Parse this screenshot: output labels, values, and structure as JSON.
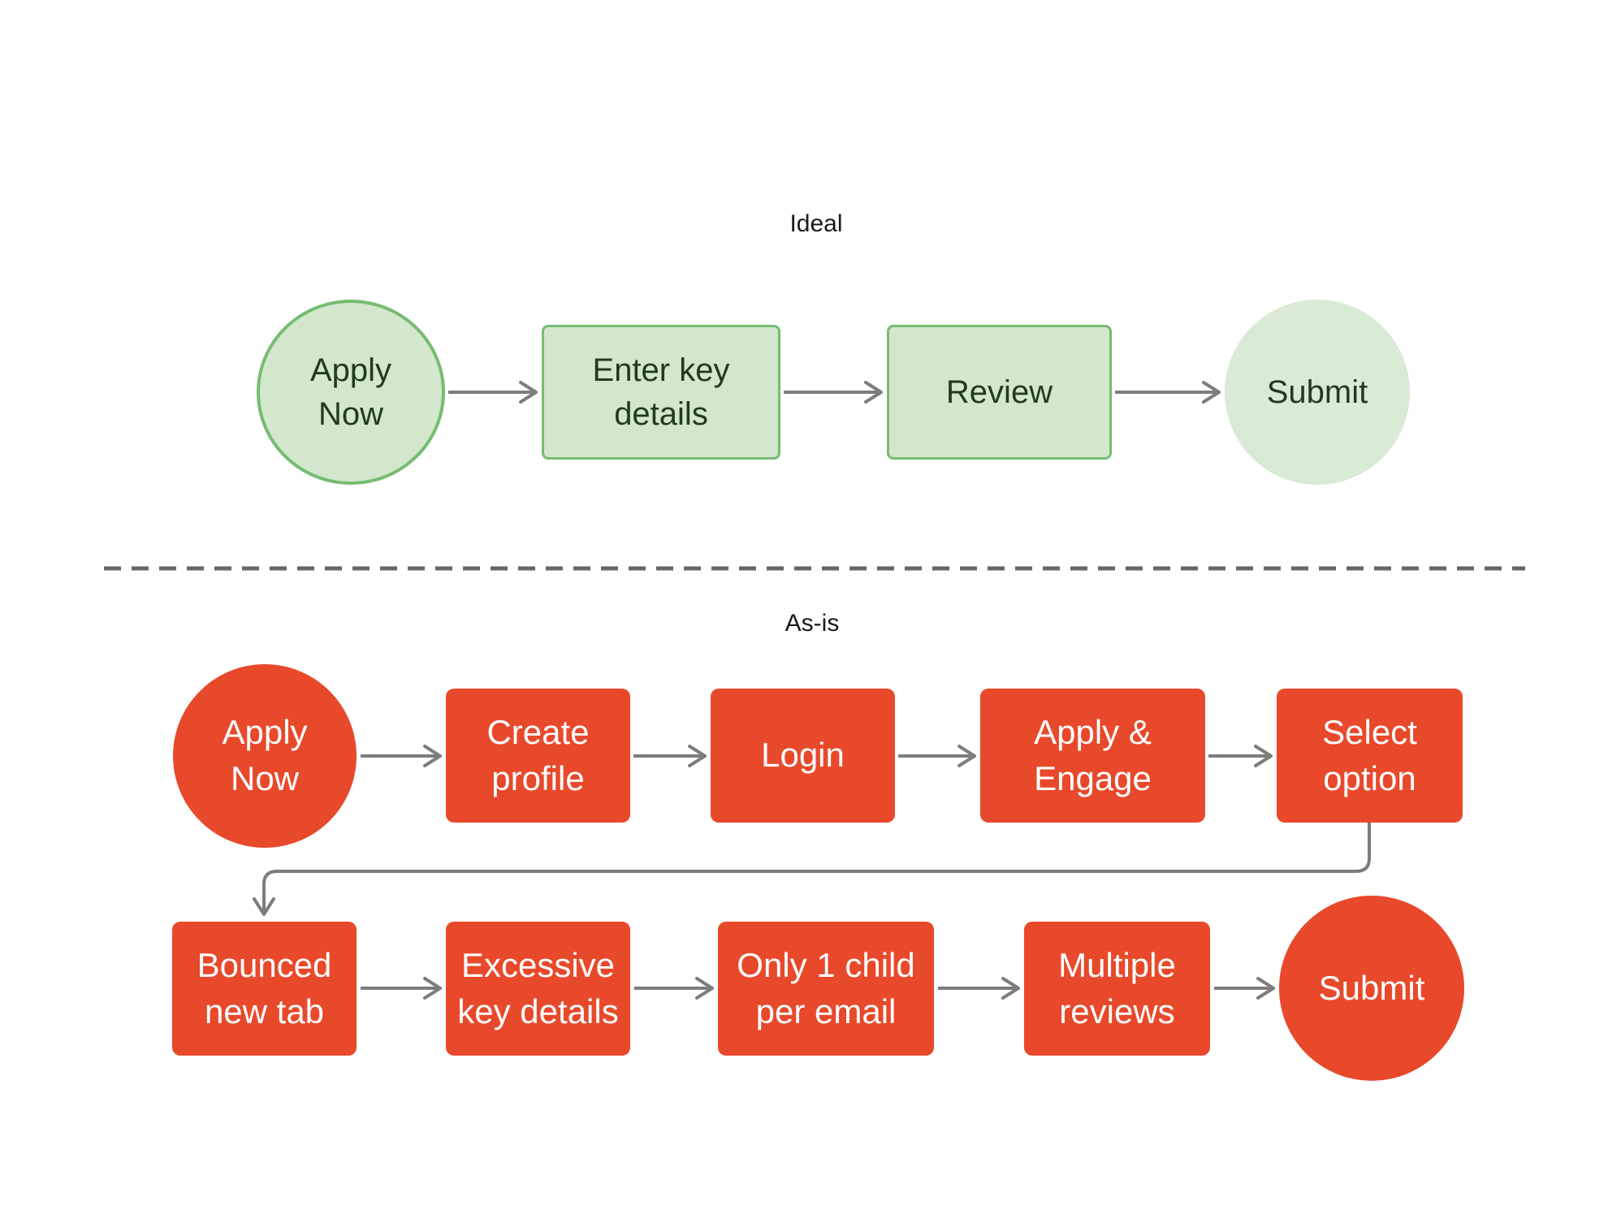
{
  "diagram": {
    "colors": {
      "ideal_fill": "#D3E7CC",
      "ideal_fill_light": "#D9EBD4",
      "ideal_stroke": "#76BC72",
      "ideal_text": "#223A22",
      "as_is_fill": "#E8492B",
      "as_is_text": "#FFFFFF",
      "connector": "#7D7D7D",
      "divider": "#666666"
    },
    "ideal": {
      "label": "Ideal",
      "nodes": {
        "apply_now": "Apply\nNow",
        "enter_key_details": "Enter key\ndetails",
        "review": "Review",
        "submit": "Submit"
      }
    },
    "as_is": {
      "label": "As-is",
      "row1": {
        "apply_now": "Apply\nNow",
        "create_profile": "Create\nprofile",
        "login": "Login",
        "apply_engage": "Apply &\nEngage",
        "select_option": "Select\noption"
      },
      "row2": {
        "bounced_new_tab": "Bounced\nnew tab",
        "excessive_key_details": "Excessive\nkey details",
        "only_one_child": "Only 1 child\nper email",
        "multiple_reviews": "Multiple\nreviews",
        "submit": "Submit"
      }
    }
  }
}
